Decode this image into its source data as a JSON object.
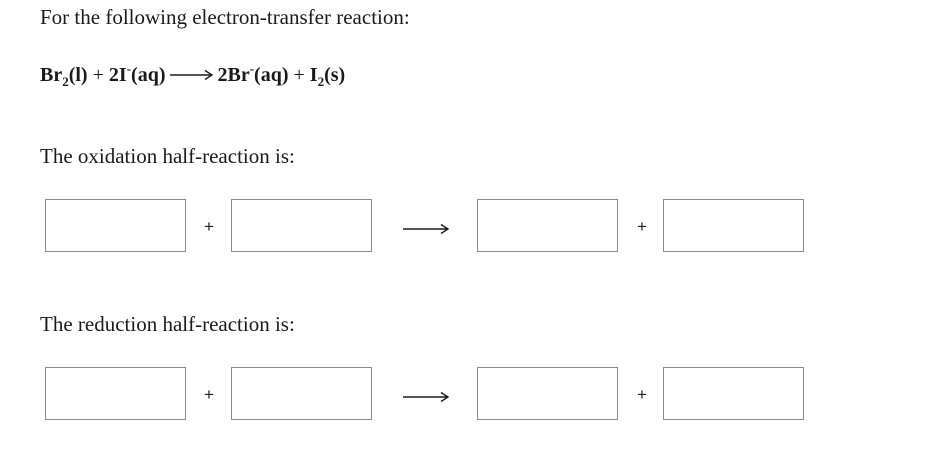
{
  "intro": "For the following electron-transfer reaction:",
  "equation": {
    "r1_base": "Br",
    "r1_sub": "2",
    "r1_state": "(l)",
    "plus1": "+",
    "r2_base": "2I",
    "r2_sup": "-",
    "r2_state": "(aq)",
    "p1_base": "2Br",
    "p1_sup": "-",
    "p1_state": "(aq)",
    "plus2": "+",
    "p2_base": "I",
    "p2_sub": "2",
    "p2_state": "(s)"
  },
  "oxidation": {
    "prompt": "The oxidation half-reaction is:",
    "plus_left": "+",
    "plus_right": "+",
    "boxes": [
      "",
      "",
      "",
      ""
    ]
  },
  "reduction": {
    "prompt": "The reduction half-reaction is:",
    "plus_left": "+",
    "plus_right": "+",
    "boxes": [
      "",
      "",
      "",
      ""
    ]
  }
}
